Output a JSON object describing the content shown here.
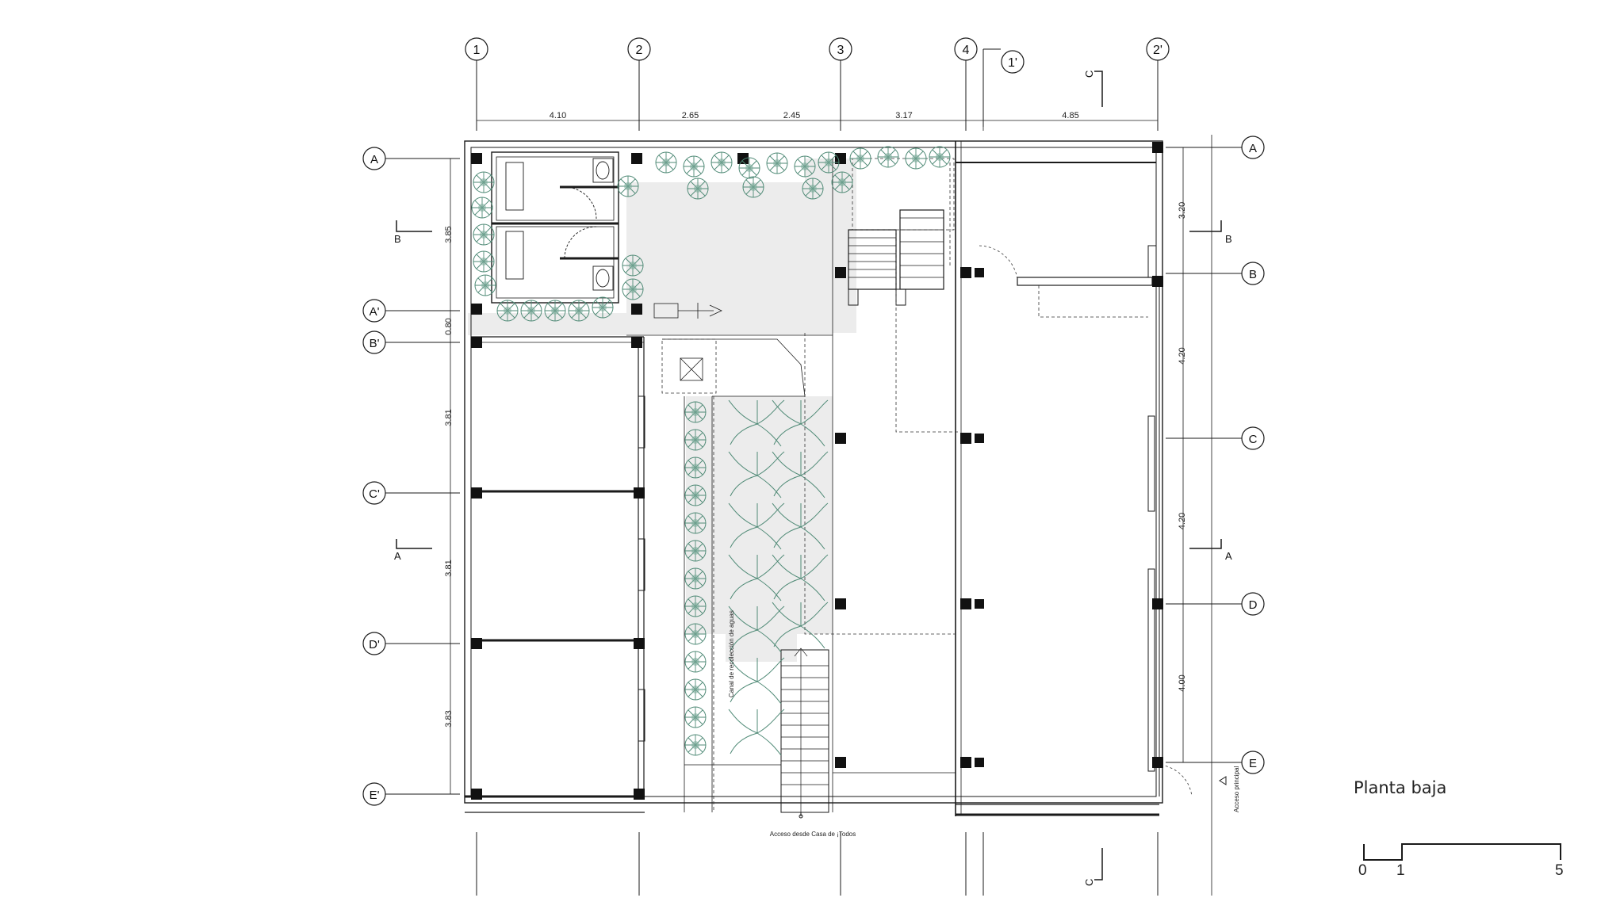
{
  "title": "Planta baja",
  "grid_columns": [
    {
      "label": "1"
    },
    {
      "label": "2"
    },
    {
      "label": "3"
    },
    {
      "label": "4"
    },
    {
      "label": "1'"
    },
    {
      "label": "2'"
    }
  ],
  "column_spacings": [
    "4.10",
    "2.65",
    "2.45",
    "3.17",
    "4.85"
  ],
  "grid_rows_left": [
    {
      "label": "A"
    },
    {
      "label": "A'"
    },
    {
      "label": "B'"
    },
    {
      "label": "C'"
    },
    {
      "label": "D'"
    },
    {
      "label": "E'"
    }
  ],
  "row_spacings_left": [
    "3.85",
    "0.80",
    "3.81",
    "3.81",
    "3.83"
  ],
  "grid_rows_right": [
    {
      "label": "A"
    },
    {
      "label": "B"
    },
    {
      "label": "C"
    },
    {
      "label": "D"
    },
    {
      "label": "E"
    }
  ],
  "row_spacings_right": [
    "3.20",
    "4.20",
    "4.20",
    "4.00"
  ],
  "section_marks": {
    "b": "B",
    "a": "A",
    "c": "C"
  },
  "annotations": {
    "canal": "Canal de recolección de aguas",
    "access_bottom": "Acceso desde Casa de ¡Todos",
    "access_main": "Acceso principal"
  },
  "scale_bar": {
    "labels": [
      "0",
      "1",
      "5"
    ]
  },
  "colors": {
    "line": "#1a1a1a",
    "patio": "#ececec",
    "plants": "#4f8a76"
  }
}
